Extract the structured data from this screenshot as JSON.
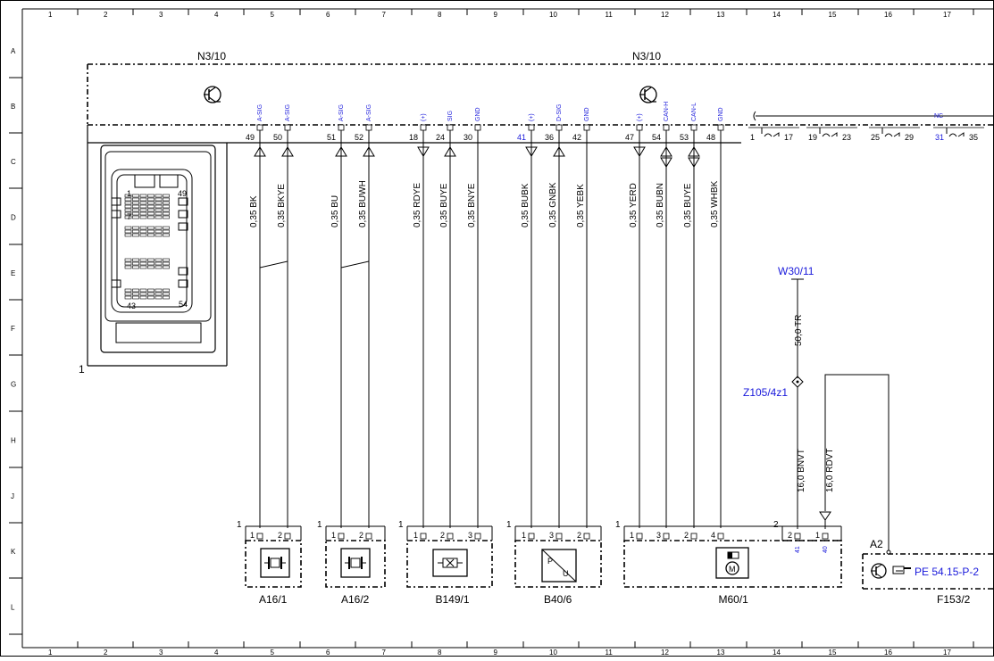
{
  "grid": {
    "columns": [
      "1",
      "2",
      "3",
      "4",
      "5",
      "6",
      "7",
      "8",
      "9",
      "10",
      "11",
      "12",
      "13",
      "14",
      "15",
      "16",
      "17"
    ],
    "rows": [
      "A",
      "B",
      "C",
      "D",
      "E",
      "F",
      "G",
      "H",
      "J",
      "K",
      "L"
    ]
  },
  "module": {
    "label_left": "N3/10",
    "label_right": "N3/10",
    "ref_number": "1",
    "conn_pin_labels": [
      "1",
      "49",
      "7",
      "43",
      "54"
    ],
    "nc_label": "NC",
    "bus_pins": [
      {
        "num": "1",
        "next": "17"
      },
      {
        "num": "19",
        "next": "23"
      },
      {
        "num": "25",
        "next": "29"
      },
      {
        "num": "31",
        "next": "35"
      }
    ]
  },
  "pins": [
    {
      "num": "49",
      "sig": "A-SIG",
      "wire": "0,35 BK"
    },
    {
      "num": "50",
      "sig": "A-SIG",
      "wire": "0,35 BKYE"
    },
    {
      "num": "51",
      "sig": "A-SIG",
      "wire": "0,35 BU"
    },
    {
      "num": "52",
      "sig": "A-SIG",
      "wire": "0,35 BUWH"
    },
    {
      "num": "18",
      "sig": "(+)",
      "wire": "0,35 RDYE"
    },
    {
      "num": "24",
      "sig": "SIG",
      "wire": "0,35 BUYE"
    },
    {
      "num": "30",
      "sig": "GND",
      "wire": "0,35 BNYE"
    },
    {
      "num": "41",
      "sig": "(+)",
      "wire": "0,35 BUBK"
    },
    {
      "num": "36",
      "sig": "D-SIG",
      "wire": "0,35 GNBK"
    },
    {
      "num": "42",
      "sig": "GND",
      "wire": "0,35 YEBK"
    },
    {
      "num": "47",
      "sig": "(+)",
      "wire": "0,35 YERD"
    },
    {
      "num": "54",
      "sig": "CAN-H",
      "wire": "0,35 BUBN"
    },
    {
      "num": "53",
      "sig": "CAN-L",
      "wire": "0,35 BUYE"
    },
    {
      "num": "48",
      "sig": "GND",
      "wire": "0,35 WHBK"
    }
  ],
  "components": [
    {
      "name": "A16/1",
      "ref": "1",
      "pins": [
        "1",
        "2"
      ]
    },
    {
      "name": "A16/2",
      "ref": "1",
      "pins": [
        "1",
        "2"
      ]
    },
    {
      "name": "B149/1",
      "ref": "1",
      "pins": [
        "1",
        "2",
        "3"
      ]
    },
    {
      "name": "B40/6",
      "ref": "1",
      "pins": [
        "1",
        "3",
        "2"
      ]
    },
    {
      "name": "M60/1",
      "ref": "1",
      "pins": [
        "1",
        "3",
        "2",
        "4"
      ]
    },
    {
      "name": "F153/2",
      "ref": "2",
      "pins": [
        "2",
        "1"
      ],
      "pin_tags": [
        "41",
        "40"
      ]
    }
  ],
  "ground": {
    "w30": "W30/11",
    "w30_wire": "50,0 TR",
    "splice": "Z105/4z1",
    "wire_a": "16,0 BNVT",
    "wire_b": "16,0 RDVT"
  },
  "a2": {
    "label": "A2",
    "ref_text": "PE 54.15-P-2"
  }
}
